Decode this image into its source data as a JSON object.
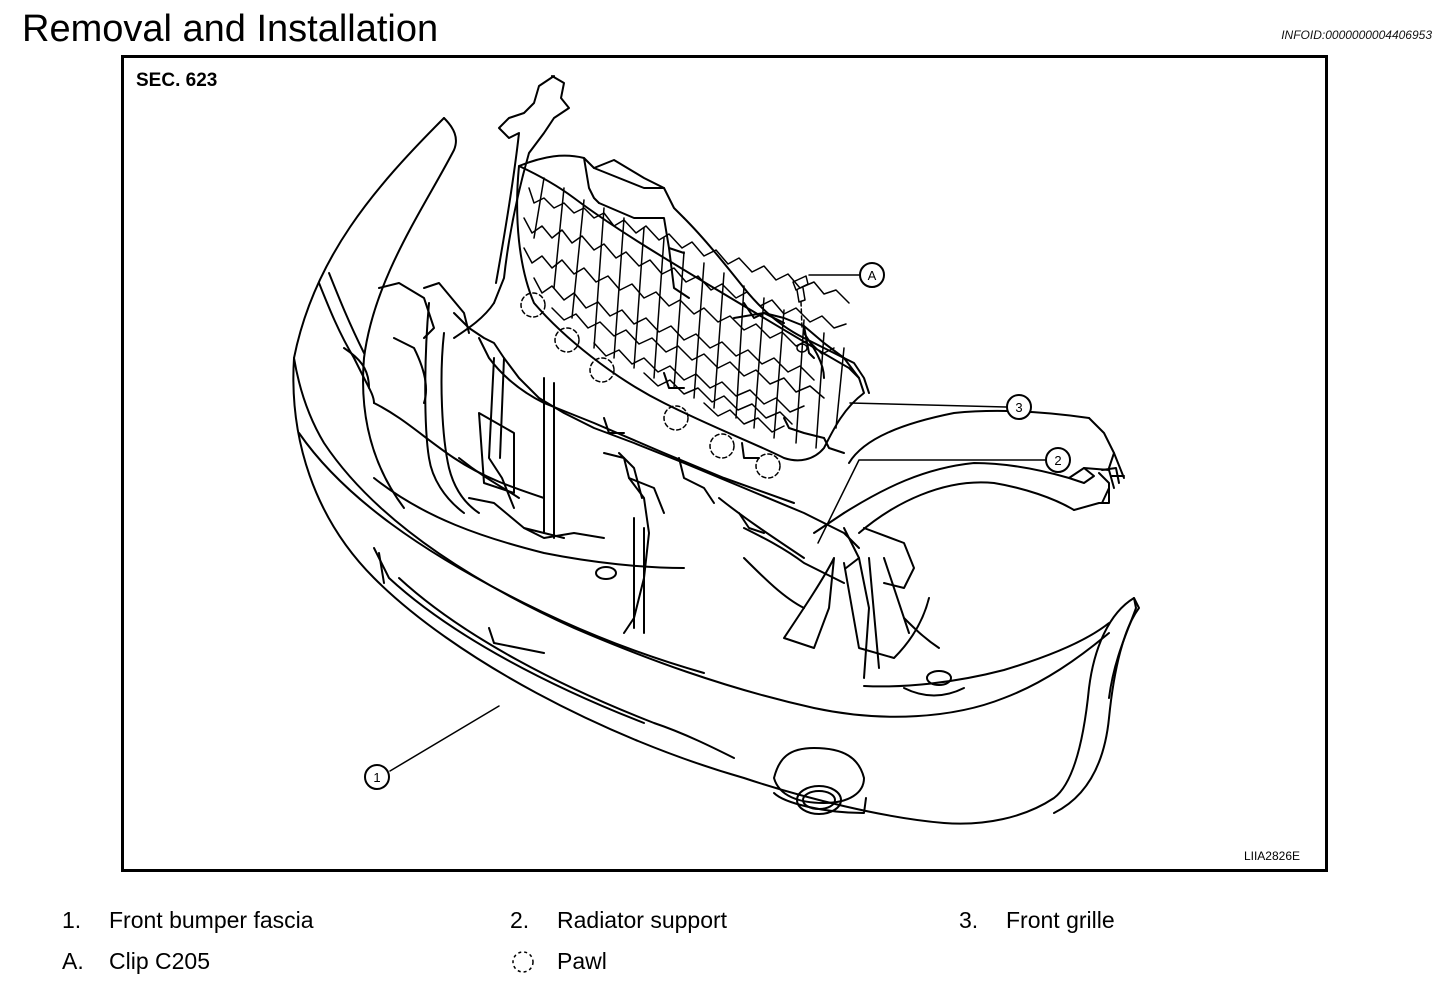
{
  "header": {
    "title": "Removal and Installation",
    "info_id": "INFOID:0000000004406953"
  },
  "figure": {
    "section": "SEC. 623",
    "figure_code": "LIIA2826E",
    "callouts": {
      "part1": "1",
      "part2": "2",
      "part3": "3",
      "partA": "A"
    }
  },
  "legend": {
    "items": [
      {
        "key": "1.",
        "text": "Front bumper fascia"
      },
      {
        "key": "2.",
        "text": "Radiator support"
      },
      {
        "key": "3.",
        "text": "Front grille"
      },
      {
        "key": "A.",
        "text": "Clip C205"
      },
      {
        "key": "",
        "text": "Pawl",
        "icon": "dashed-circle-icon"
      }
    ]
  }
}
